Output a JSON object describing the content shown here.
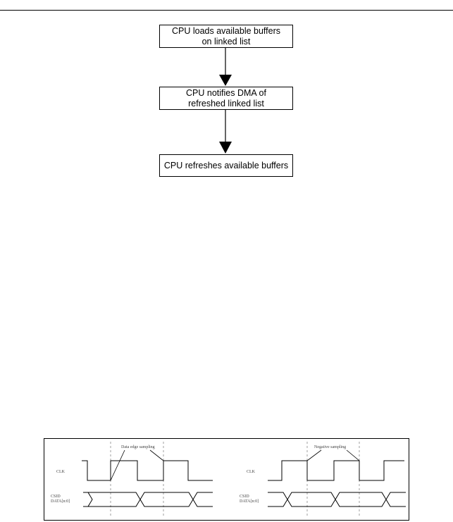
{
  "flowchart": {
    "steps": [
      {
        "label": "CPU loads available buffers\non linked list"
      },
      {
        "label": "CPU notifies DMA of\nrefreshed linked list"
      },
      {
        "label": "CPU refreshes available buffers"
      }
    ]
  },
  "timing_diagrams": [
    {
      "annotation": "Data edge sampling",
      "clock_label": "CLK",
      "data_label": "CSID\nDATA[n:0]"
    },
    {
      "annotation": "Negative sampling",
      "clock_label": "CLK",
      "data_label": "CSID\nDATA[n:0]"
    }
  ]
}
